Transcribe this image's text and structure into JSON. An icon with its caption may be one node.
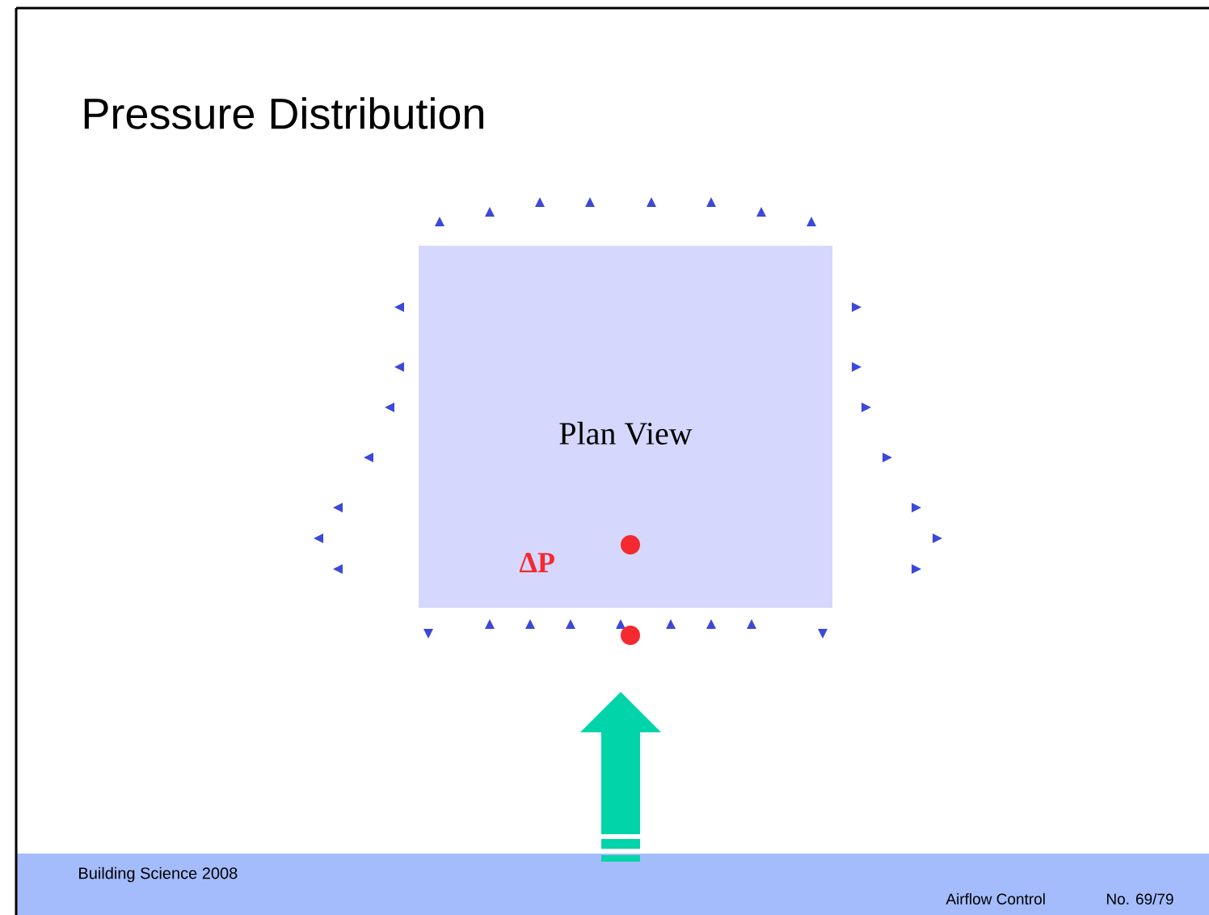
{
  "diagram": {
    "title": "Pressure Distribution",
    "nodes": [
      {
        "text": [
          "Plan View"
        ]
      }
    ],
    "edges": [],
    "labels": [
      "ΔP",
      "Building Science 2008",
      "Airflow Control",
      "No. 69/79"
    ]
  }
}
